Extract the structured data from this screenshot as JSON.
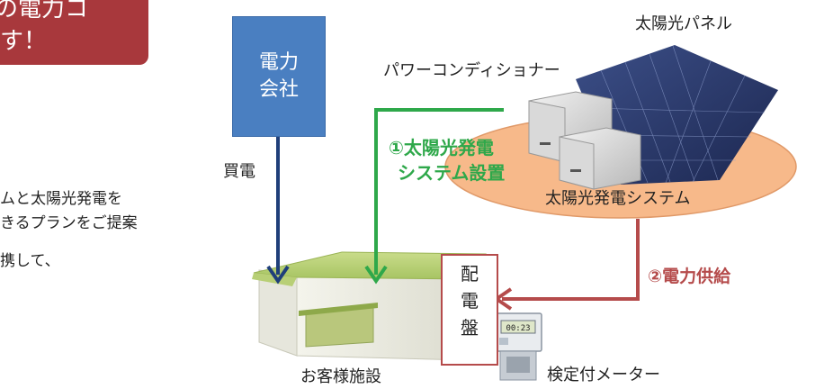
{
  "callout": {
    "line1": "の電力コ",
    "line2": "す！"
  },
  "left_text": {
    "line1": "ムと太陽光発電を",
    "line2": "きるプランをご提案",
    "line3": "携して、"
  },
  "company": {
    "line1": "電力",
    "line2": "会社"
  },
  "labels": {
    "buy": "買電",
    "power_conditioner": "パワーコンディショナー",
    "solar_panel": "太陽光パネル",
    "solar_system": "太陽光発電システム",
    "customer": "お客様施設",
    "meter": "検定付メーター"
  },
  "steps": {
    "install_line1": "①太陽光発電",
    "install_line2": "システム設置",
    "supply": "②電力供給"
  },
  "distribution_board": {
    "c1": "配",
    "c2": "電",
    "c3": "盤"
  },
  "meter_display": "00:23",
  "colors": {
    "callout": "#a8383c",
    "company": "#4a7fc1",
    "green": "#2ea84a",
    "red": "#b54b4b",
    "blue_arrow": "#1f3f7a",
    "oval": "#f7b98a"
  }
}
